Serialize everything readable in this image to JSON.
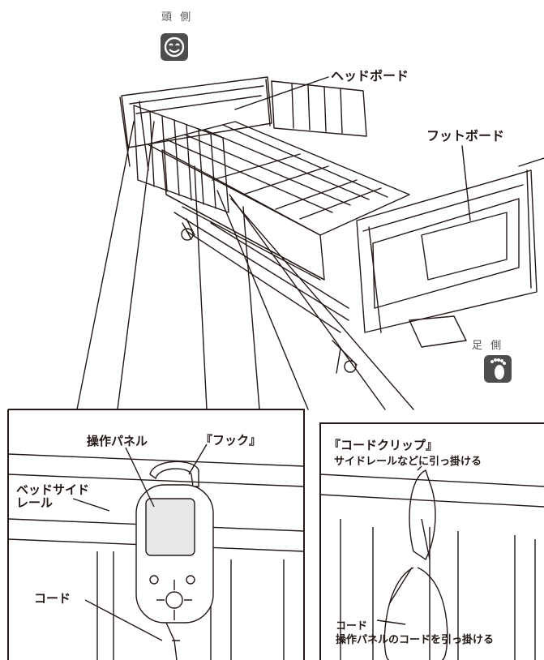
{
  "orientation": {
    "head_label": "頭 側",
    "foot_label": "足 側",
    "head_icon": "smiling-face-icon",
    "foot_icon": "footprint-icon"
  },
  "bed_callouts": {
    "headboard": "ヘッドボード",
    "footboard": "フットボード"
  },
  "left_inset": {
    "panel_label": "操作パネル",
    "hook_label": "『フック』",
    "side_rail_label_line1": "ベッドサイド",
    "side_rail_label_line2": "レール",
    "cord_label": "コード"
  },
  "right_inset": {
    "clip_label": "『コードクリップ』",
    "clip_note": "サイドレールなどに引っ掛ける",
    "cord_label": "コード",
    "cord_note": "操作パネルのコードを引っ掛ける"
  },
  "colors": {
    "line": "#231815",
    "icon_bg": "#4d4d4d",
    "panel_gray": "#e8e8e8"
  }
}
